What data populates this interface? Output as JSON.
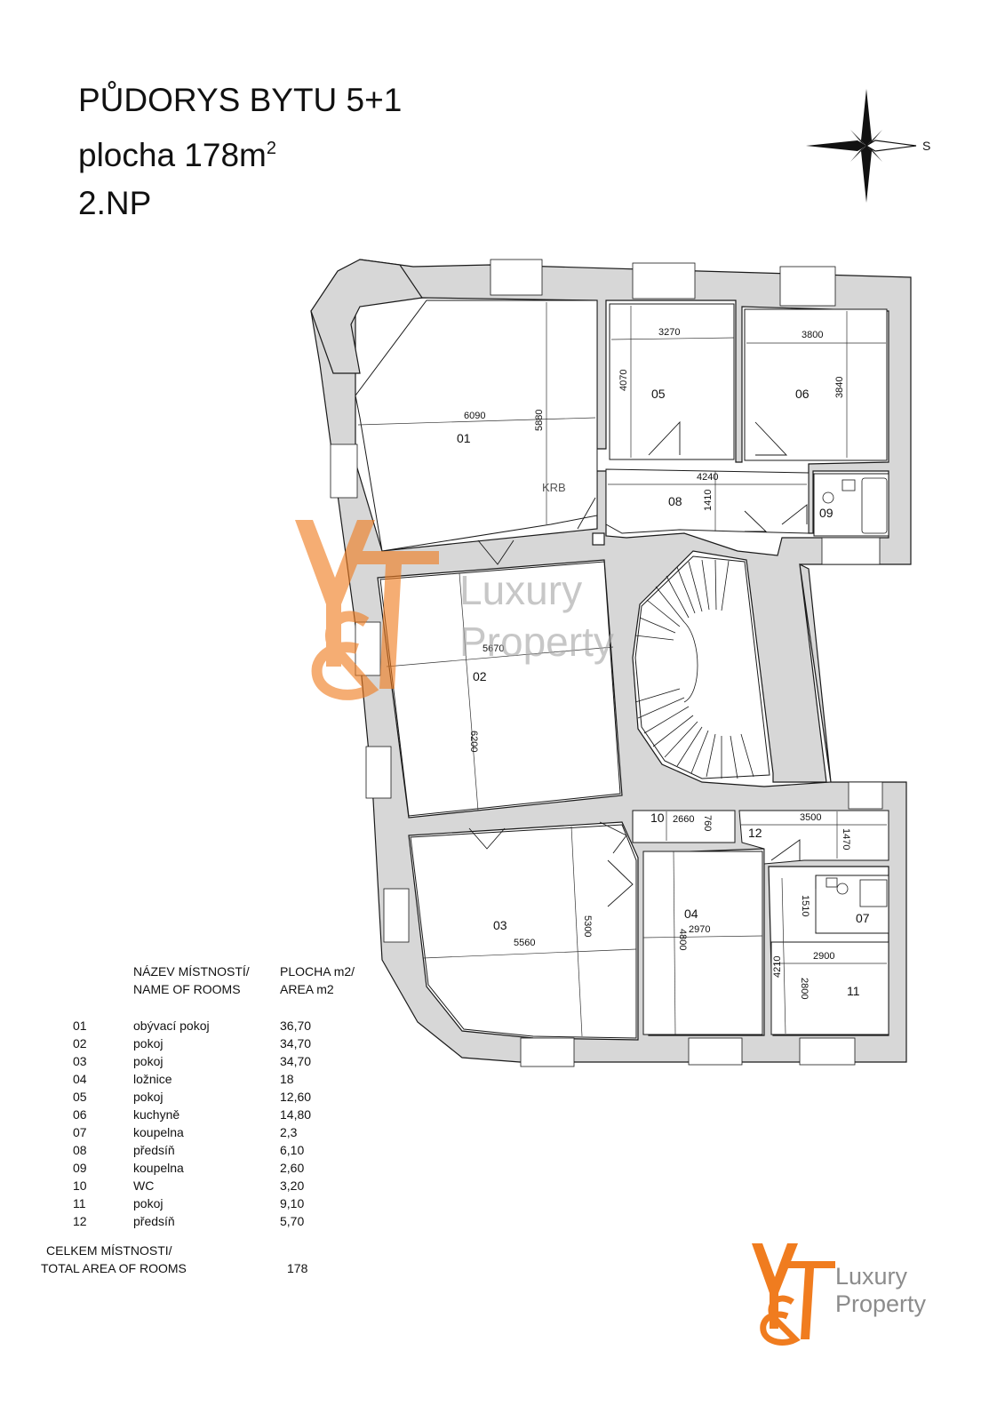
{
  "title": {
    "line1": "PŮDORYS BYTU 5+1",
    "line2_prefix": "plocha 178m",
    "line2_sup": "2",
    "line3": "2.NP"
  },
  "compass": {
    "label": "S",
    "icon": "compass-rose-icon"
  },
  "plan": {
    "wall_color": "#d7d7d7",
    "line_color": "#1a1a1a",
    "room_labels": [
      "01",
      "02",
      "03",
      "04",
      "05",
      "06",
      "07",
      "08",
      "09",
      "10",
      "11",
      "12"
    ],
    "dimensions": [
      "6090",
      "5880",
      "3270",
      "4070",
      "3800",
      "3840",
      "4240",
      "1410",
      "5670",
      "6200",
      "2660",
      "760",
      "3500",
      "1470",
      "5560",
      "5300",
      "2970",
      "4800",
      "1510",
      "4210",
      "2900",
      "2800"
    ],
    "fireplace_label": "KRB"
  },
  "watermark": {
    "brand_line1": "Luxury",
    "brand_line2": "Property",
    "accent": "#f07c1f"
  },
  "logo": {
    "brand_line1": "Luxury",
    "brand_line2": "Property",
    "accent": "#f07c1f",
    "text_color": "#8c8c8c",
    "icon": "yt-monogram-icon"
  },
  "table": {
    "header_name": [
      "NÁZEV MÍSTNOSTÍ/",
      "NAME OF ROOMS"
    ],
    "header_area": [
      "PLOCHA m2/",
      "AREA m2"
    ],
    "rows": [
      {
        "num": "01",
        "name": "obývací pokoj",
        "area": "36,70"
      },
      {
        "num": "02",
        "name": "pokoj",
        "area": "34,70"
      },
      {
        "num": "03",
        "name": "pokoj",
        "area": "34,70"
      },
      {
        "num": "04",
        "name": "ložnice",
        "area": "18"
      },
      {
        "num": "05",
        "name": "pokoj",
        "area": "12,60"
      },
      {
        "num": "06",
        "name": "kuchyně",
        "area": "14,80"
      },
      {
        "num": "07",
        "name": "koupelna",
        "area": "2,3"
      },
      {
        "num": "08",
        "name": "předsíň",
        "area": "6,10"
      },
      {
        "num": "09",
        "name": "koupelna",
        "area": "2,60"
      },
      {
        "num": "10",
        "name": "WC",
        "area": "3,20"
      },
      {
        "num": "11",
        "name": "pokoj",
        "area": "9,10"
      },
      {
        "num": "12",
        "name": "předsíň",
        "area": "5,70"
      }
    ],
    "total_label": [
      "CELKEM MÍSTNOSTI/",
      "TOTAL AREA OF ROOMS"
    ],
    "total_value": "178"
  }
}
